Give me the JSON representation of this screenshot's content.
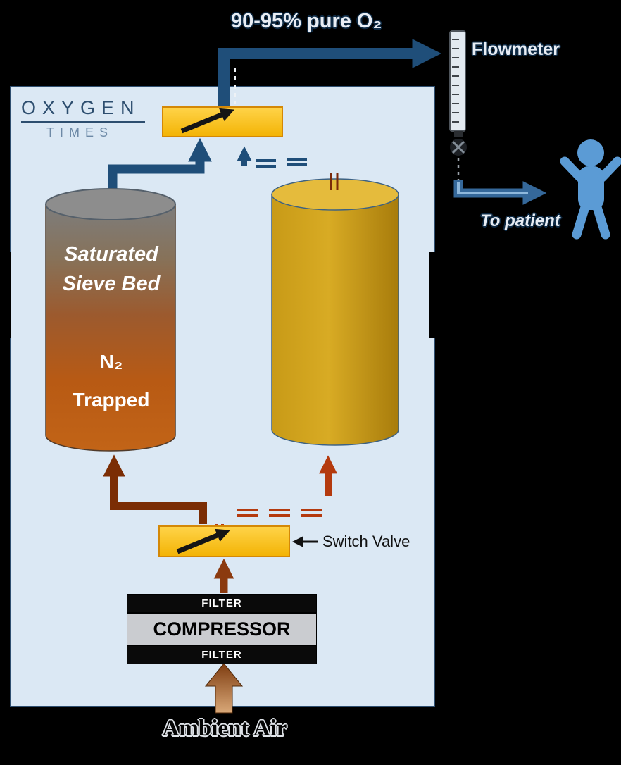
{
  "header": {
    "purity_label": "90-95% pure O₂"
  },
  "flowmeter": {
    "label": "Flowmeter",
    "to_patient_label": "To patient"
  },
  "logo": {
    "line1": "OXYGEN",
    "line2": "TIMES"
  },
  "left_cylinder": {
    "title": "Saturated Sieve Bed",
    "gas_label": "N₂",
    "state_label": "Trapped"
  },
  "switch_valve": {
    "label": "Switch Valve"
  },
  "compressor_stack": {
    "filter_top": "FILTER",
    "compressor": "COMPRESSOR",
    "filter_bottom": "FILTER"
  },
  "ambient": {
    "label": "Ambient Air"
  },
  "colors": {
    "pipe_blue": "#1f4e79",
    "valve_yellow": "#f8bf15",
    "sieve_orange": "#c26417",
    "sieve_gold": "#d2a320",
    "patient_blue": "#5b9bd5",
    "panel_blue": "#dbe8f4"
  }
}
